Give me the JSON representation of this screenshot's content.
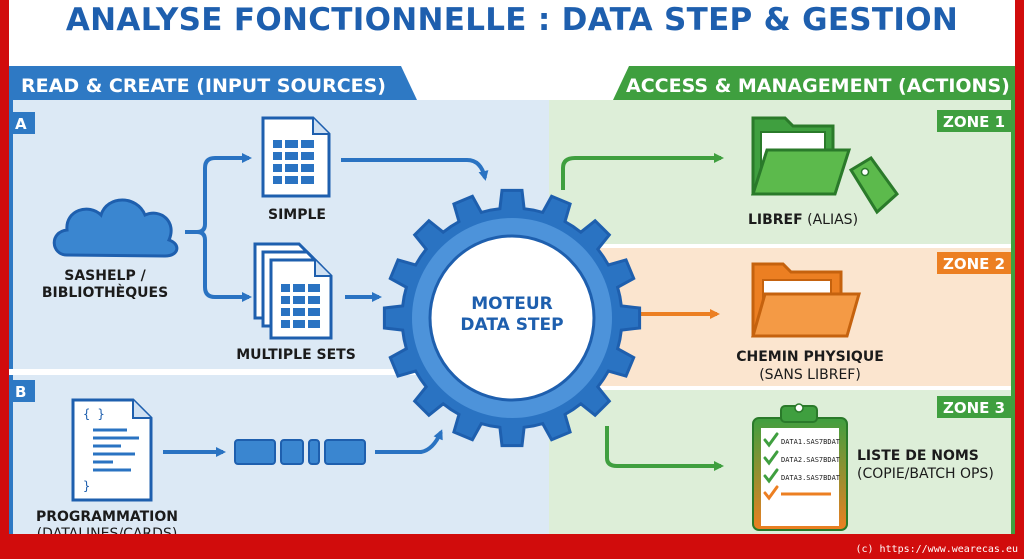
{
  "title": "ANALYSE FONCTIONNELLE : DATA STEP & GESTION",
  "left_panel": {
    "header": "READ & CREATE (INPUT SOURCES)",
    "section_a": "A",
    "section_b": "B",
    "source_line1": "SASHELP /",
    "source_line2": "BIBLIOTHÈQUES",
    "simple": "SIMPLE",
    "multiple": "MULTIPLE SETS",
    "prog_line1": "PROGRAMMATION",
    "prog_line2": "(DATALINES/CARDS)",
    "code_braces": "{ }",
    "code_close": "}"
  },
  "engine": {
    "line1": "MOTEUR",
    "line2": "DATA STEP"
  },
  "right_panel": {
    "header": "ACCESS & MANAGEMENT (ACTIONS)",
    "zone1": {
      "tag": "ZONE 1",
      "label_bold": "LIBREF",
      "label_rest": " (ALIAS)"
    },
    "zone2": {
      "tag": "ZONE 2",
      "line1": "CHEMIN PHYSIQUE",
      "line2": "(SANS LIBREF)"
    },
    "zone3": {
      "tag": "ZONE 3",
      "line1": "LISTE DE NOMS",
      "line2": "(COPIE/BATCH OPS)",
      "items": [
        "DATA1.SAS7BDAT",
        "DATA2.SAS7BDAT",
        "DATA3.SAS7BDAT"
      ]
    }
  },
  "footer": "(c) https://www.wearecas.eu",
  "colors": {
    "blue": "#1e5fae",
    "green": "#3f9f3f",
    "orange": "#ec7f22",
    "frame": "#d10c0c"
  }
}
